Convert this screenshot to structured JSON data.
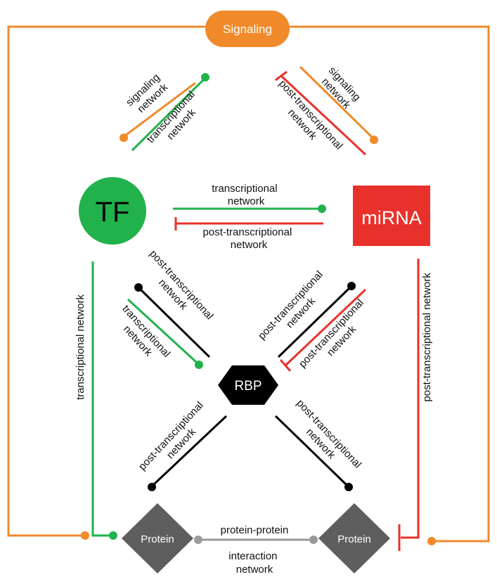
{
  "colors": {
    "signaling": "#f08a2b",
    "transcriptional": "#21b24b",
    "post_transcriptional_red": "#e8312a",
    "post_transcriptional_black": "#000000",
    "protein_node": "#5e5e5e",
    "ppi_edge": "#9a9a9a"
  },
  "nodes": {
    "signaling": "Signaling",
    "tf": "TF",
    "mirna": "miRNA",
    "rbp": "RBP",
    "protein_left": "Protein",
    "protein_right": "Protein"
  },
  "edges": {
    "sig_tf_signaling": [
      "signaling",
      "network"
    ],
    "sig_tf_transcriptional": [
      "transcriptional",
      "network"
    ],
    "sig_mirna_post": [
      "post-transcriptional",
      "network"
    ],
    "sig_mirna_signaling": [
      "signaling",
      "network"
    ],
    "tf_mirna_transcriptional": [
      "transcriptional",
      "network"
    ],
    "mirna_tf_post": [
      "post-transcriptional",
      "network"
    ],
    "tf_rbp_post": [
      "post-transcriptional",
      "network"
    ],
    "tf_rbp_transcriptional": [
      "transcriptional",
      "network"
    ],
    "rbp_mirna_post_black": [
      "post-transcriptional",
      "network"
    ],
    "rbp_mirna_post_red": [
      "post-transcriptional",
      "network"
    ],
    "rbp_protein_left": [
      "post-transcriptional",
      "network"
    ],
    "rbp_protein_right": [
      "post-transcriptional",
      "network"
    ],
    "tf_protein": "transcriptional network",
    "mirna_protein": "post-transcriptional network",
    "ppi": [
      "protein-protein",
      "interaction",
      "network"
    ]
  }
}
